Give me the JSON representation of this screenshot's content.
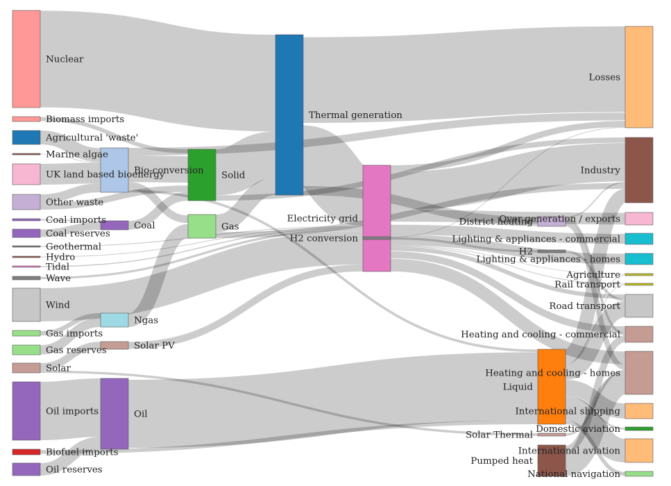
{
  "chart_data": {
    "type": "sankey",
    "nodes": [
      {
        "id": "nuclear",
        "label": "Nuclear",
        "color": "#ff9896"
      },
      {
        "id": "biomass_imports",
        "label": "Biomass imports",
        "color": "#ff9896"
      },
      {
        "id": "agri_waste",
        "label": "Agricultural 'waste'",
        "color": "#1f77b4"
      },
      {
        "id": "marine_algae",
        "label": "Marine algae",
        "color": "#8c564b"
      },
      {
        "id": "uk_land",
        "label": "UK land based bioenergy",
        "color": "#f7b6d2"
      },
      {
        "id": "other_waste",
        "label": "Other waste",
        "color": "#c5b0d5"
      },
      {
        "id": "coal_imports",
        "label": "Coal imports",
        "color": "#9467bd"
      },
      {
        "id": "coal_reserves",
        "label": "Coal reserves",
        "color": "#9467bd"
      },
      {
        "id": "geothermal",
        "label": "Geothermal",
        "color": "#7f7f7f"
      },
      {
        "id": "hydro",
        "label": "Hydro",
        "color": "#8c564b"
      },
      {
        "id": "tidal",
        "label": "Tidal",
        "color": "#e377c2"
      },
      {
        "id": "wave",
        "label": "Wave",
        "color": "#7f7f7f"
      },
      {
        "id": "wind",
        "label": "Wind",
        "color": "#c7c7c7"
      },
      {
        "id": "gas_imports",
        "label": "Gas imports",
        "color": "#98df8a"
      },
      {
        "id": "gas_reserves",
        "label": "Gas reserves",
        "color": "#98df8a"
      },
      {
        "id": "solar",
        "label": "Solar",
        "color": "#c49c94"
      },
      {
        "id": "oil_imports",
        "label": "Oil imports",
        "color": "#9467bd"
      },
      {
        "id": "biofuel_imports",
        "label": "Biofuel imports",
        "color": "#d62728"
      },
      {
        "id": "oil_reserves",
        "label": "Oil reserves",
        "color": "#9467bd"
      },
      {
        "id": "bio_conversion",
        "label": "Bio-conversion",
        "color": "#aec7e8"
      },
      {
        "id": "coal",
        "label": "Coal",
        "color": "#9467bd"
      },
      {
        "id": "ngas",
        "label": "Ngas",
        "color": "#9edae5"
      },
      {
        "id": "solar_pv",
        "label": "Solar PV",
        "color": "#c49c94"
      },
      {
        "id": "oil",
        "label": "Oil",
        "color": "#9467bd"
      },
      {
        "id": "solid",
        "label": "Solid",
        "color": "#2ca02c"
      },
      {
        "id": "gas",
        "label": "Gas",
        "color": "#98df8a"
      },
      {
        "id": "thermal_generation",
        "label": "Thermal generation",
        "color": "#1f77b4"
      },
      {
        "id": "electricity_grid",
        "label": "Electricity grid",
        "color": "#e377c2"
      },
      {
        "id": "h2_conversion",
        "label": "H2 conversion",
        "color": "#7f7f7f"
      },
      {
        "id": "district_heating",
        "label": "District heating",
        "color": "#c5b0d5"
      },
      {
        "id": "h2",
        "label": "H2",
        "color": "#7f7f7f"
      },
      {
        "id": "liquid",
        "label": "Liquid",
        "color": "#ff7f0e"
      },
      {
        "id": "solar_thermal",
        "label": "Solar Thermal",
        "color": "#c49c94"
      },
      {
        "id": "pumped_heat",
        "label": "Pumped heat",
        "color": "#8c564b"
      },
      {
        "id": "losses",
        "label": "Losses",
        "color": "#ffbb78"
      },
      {
        "id": "industry",
        "label": "Industry",
        "color": "#8c564b"
      },
      {
        "id": "over_generation",
        "label": "Over generation / exports",
        "color": "#f7b6d2"
      },
      {
        "id": "lighting_commercial",
        "label": "Lighting & appliances - commercial",
        "color": "#17becf"
      },
      {
        "id": "lighting_homes",
        "label": "Lighting & appliances - homes",
        "color": "#17becf"
      },
      {
        "id": "agriculture",
        "label": "Agriculture",
        "color": "#bcbd22"
      },
      {
        "id": "rail_transport",
        "label": "Rail transport",
        "color": "#bcbd22"
      },
      {
        "id": "road_transport",
        "label": "Road transport",
        "color": "#c7c7c7"
      },
      {
        "id": "heating_commercial",
        "label": "Heating and cooling - commercial",
        "color": "#c49c94"
      },
      {
        "id": "heating_homes",
        "label": "Heating and cooling - homes",
        "color": "#c49c94"
      },
      {
        "id": "international_shipping",
        "label": "International shipping",
        "color": "#ffbb78"
      },
      {
        "id": "domestic_aviation",
        "label": "Domestic aviation",
        "color": "#2ca02c"
      },
      {
        "id": "international_aviation",
        "label": "International aviation",
        "color": "#ffbb78"
      },
      {
        "id": "national_navigation",
        "label": "National navigation",
        "color": "#98df8a"
      }
    ],
    "links": [
      {
        "source": "nuclear",
        "target": "thermal_generation",
        "value": 839
      },
      {
        "source": "biomass_imports",
        "target": "solid",
        "value": 35
      },
      {
        "source": "agri_waste",
        "target": "bio_conversion",
        "value": 124.7
      },
      {
        "source": "marine_algae",
        "target": "bio_conversion",
        "value": 4.4
      },
      {
        "source": "uk_land",
        "target": "bio_conversion",
        "value": 182
      },
      {
        "source": "other_waste",
        "target": "solid",
        "value": 56.6
      },
      {
        "source": "other_waste",
        "target": "bio_conversion",
        "value": 77.8
      },
      {
        "source": "coal_imports",
        "target": "coal",
        "value": 11.6
      },
      {
        "source": "coal_reserves",
        "target": "coal",
        "value": 63.9
      },
      {
        "source": "geothermal",
        "target": "electricity_grid",
        "value": 7.0
      },
      {
        "source": "hydro",
        "target": "electricity_grid",
        "value": 6.0
      },
      {
        "source": "tidal",
        "target": "electricity_grid",
        "value": 9.5
      },
      {
        "source": "wave",
        "target": "electricity_grid",
        "value": 19.0
      },
      {
        "source": "wind",
        "target": "electricity_grid",
        "value": 289.4
      },
      {
        "source": "gas_imports",
        "target": "ngas",
        "value": 40.7
      },
      {
        "source": "gas_reserves",
        "target": "ngas",
        "value": 82.2
      },
      {
        "source": "solar",
        "target": "solar_thermal",
        "value": 19.3
      },
      {
        "source": "solar",
        "target": "solar_pv",
        "value": 59.9
      },
      {
        "source": "oil_imports",
        "target": "oil",
        "value": 504.3
      },
      {
        "source": "biofuel_imports",
        "target": "liquid",
        "value": 35
      },
      {
        "source": "oil_reserves",
        "target": "oil",
        "value": 107.7
      },
      {
        "source": "bio_conversion",
        "target": "solid",
        "value": 280.3
      },
      {
        "source": "bio_conversion",
        "target": "gas",
        "value": 81.1
      },
      {
        "source": "bio_conversion",
        "target": "liquid",
        "value": 26.9
      },
      {
        "source": "bio_conversion",
        "target": "losses",
        "value": 81.1
      },
      {
        "source": "coal",
        "target": "solid",
        "value": 75.6
      },
      {
        "source": "ngas",
        "target": "gas",
        "value": 122.9
      },
      {
        "source": "solar_pv",
        "target": "electricity_grid",
        "value": 59.9
      },
      {
        "source": "oil",
        "target": "liquid",
        "value": 611.9
      },
      {
        "source": "solid",
        "target": "thermal_generation",
        "value": 400.1
      },
      {
        "source": "solid",
        "target": "industry",
        "value": 46.5
      },
      {
        "source": "gas",
        "target": "thermal_generation",
        "value": 151.9
      },
      {
        "source": "gas",
        "target": "industry",
        "value": 52.1
      },
      {
        "source": "thermal_generation",
        "target": "electricity_grid",
        "value": 525.5
      },
      {
        "source": "thermal_generation",
        "target": "losses",
        "value": 787.1
      },
      {
        "source": "thermal_generation",
        "target": "district_heating",
        "value": 79.3
      },
      {
        "source": "electricity_grid",
        "target": "h2_conversion",
        "value": 27.1
      },
      {
        "source": "electricity_grid",
        "target": "over_generation",
        "value": 104.5
      },
      {
        "source": "electricity_grid",
        "target": "heating_homes",
        "value": 113.7
      },
      {
        "source": "electricity_grid",
        "target": "heating_commercial",
        "value": 70.7
      },
      {
        "source": "electricity_grid",
        "target": "industry",
        "value": 342.2
      },
      {
        "source": "electricity_grid",
        "target": "lighting_commercial",
        "value": 90.0
      },
      {
        "source": "electricity_grid",
        "target": "lighting_homes",
        "value": 93.5
      },
      {
        "source": "electricity_grid",
        "target": "road_transport",
        "value": 37.8
      },
      {
        "source": "electricity_grid",
        "target": "rail_transport",
        "value": 7.0
      },
      {
        "source": "electricity_grid",
        "target": "agriculture",
        "value": 4.4
      },
      {
        "source": "electricity_grid",
        "target": "losses",
        "value": 56.7
      },
      {
        "source": "h2_conversion",
        "target": "h2",
        "value": 20.9
      },
      {
        "source": "h2_conversion",
        "target": "losses",
        "value": 6.2
      },
      {
        "source": "h2",
        "target": "road_transport",
        "value": 20.9
      },
      {
        "source": "district_heating",
        "target": "industry",
        "value": 10.6
      },
      {
        "source": "district_heating",
        "target": "heating_commercial",
        "value": 22.5
      },
      {
        "source": "district_heating",
        "target": "heating_homes",
        "value": 46.2
      },
      {
        "source": "solar_thermal",
        "target": "heating_homes",
        "value": 19.3
      },
      {
        "source": "pumped_heat",
        "target": "heating_homes",
        "value": 193
      },
      {
        "source": "pumped_heat",
        "target": "heating_commercial",
        "value": 70.7
      },
      {
        "source": "liquid",
        "target": "industry",
        "value": 121.1
      },
      {
        "source": "liquid",
        "target": "international_shipping",
        "value": 128.7
      },
      {
        "source": "liquid",
        "target": "road_transport",
        "value": 135.8
      },
      {
        "source": "liquid",
        "target": "domestic_aviation",
        "value": 14.5
      },
      {
        "source": "liquid",
        "target": "international_aviation",
        "value": 206.3
      },
      {
        "source": "liquid",
        "target": "agriculture",
        "value": 3.64
      },
      {
        "source": "liquid",
        "target": "national_navigation",
        "value": 33.2
      },
      {
        "source": "liquid",
        "target": "rail_transport",
        "value": 4.4
      }
    ]
  }
}
